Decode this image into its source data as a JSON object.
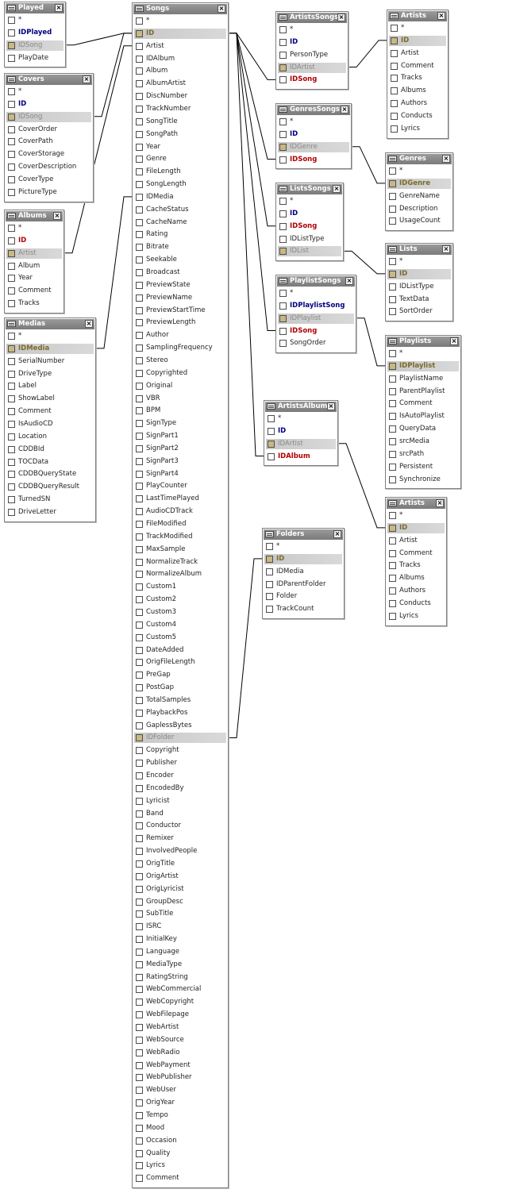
{
  "tables": [
    {
      "id": "played",
      "title": "Played",
      "fields": [
        {
          "name": "*"
        },
        {
          "name": "IDPlayed",
          "kind": "pk"
        },
        {
          "name": "IDSong",
          "sel": true,
          "key": true
        },
        {
          "name": "PlayDate"
        }
      ]
    },
    {
      "id": "covers",
      "title": "Covers",
      "fields": [
        {
          "name": "*"
        },
        {
          "name": "ID",
          "kind": "pk"
        },
        {
          "name": "IDSong",
          "sel": true,
          "key": true
        },
        {
          "name": "CoverOrder"
        },
        {
          "name": "CoverPath"
        },
        {
          "name": "CoverStorage"
        },
        {
          "name": "CoverDescription"
        },
        {
          "name": "CoverType"
        },
        {
          "name": "PictureType"
        }
      ]
    },
    {
      "id": "albums",
      "title": "Albums",
      "fields": [
        {
          "name": "*"
        },
        {
          "name": "ID",
          "kind": "fk"
        },
        {
          "name": "Artist",
          "sel": true,
          "key": true
        },
        {
          "name": "Album"
        },
        {
          "name": "Year"
        },
        {
          "name": "Comment"
        },
        {
          "name": "Tracks"
        }
      ]
    },
    {
      "id": "medias",
      "title": "Medias",
      "fields": [
        {
          "name": "*"
        },
        {
          "name": "IDMedia",
          "kind": "key",
          "sel": true,
          "key": true
        },
        {
          "name": "SerialNumber"
        },
        {
          "name": "DriveType"
        },
        {
          "name": "Label"
        },
        {
          "name": "ShowLabel"
        },
        {
          "name": "Comment"
        },
        {
          "name": "IsAudioCD"
        },
        {
          "name": "Location"
        },
        {
          "name": "CDDBId"
        },
        {
          "name": "TOCData"
        },
        {
          "name": "CDDBQueryState"
        },
        {
          "name": "CDDBQueryResult"
        },
        {
          "name": "TurnedSN"
        },
        {
          "name": "DriveLetter"
        }
      ]
    },
    {
      "id": "songs",
      "title": "Songs",
      "fields": [
        {
          "name": "*"
        },
        {
          "name": "ID",
          "kind": "key",
          "sel": true,
          "key": true
        },
        {
          "name": "Artist"
        },
        {
          "name": "IDAlbum"
        },
        {
          "name": "Album"
        },
        {
          "name": "AlbumArtist"
        },
        {
          "name": "DiscNumber"
        },
        {
          "name": "TrackNumber"
        },
        {
          "name": "SongTitle"
        },
        {
          "name": "SongPath"
        },
        {
          "name": "Year"
        },
        {
          "name": "Genre"
        },
        {
          "name": "FileLength"
        },
        {
          "name": "SongLength"
        },
        {
          "name": "IDMedia"
        },
        {
          "name": "CacheStatus"
        },
        {
          "name": "CacheName"
        },
        {
          "name": "Rating"
        },
        {
          "name": "Bitrate"
        },
        {
          "name": "Seekable"
        },
        {
          "name": "Broadcast"
        },
        {
          "name": "PreviewState"
        },
        {
          "name": "PreviewName"
        },
        {
          "name": "PreviewStartTime"
        },
        {
          "name": "PreviewLength"
        },
        {
          "name": "Author"
        },
        {
          "name": "SamplingFrequency"
        },
        {
          "name": "Stereo"
        },
        {
          "name": "Copyrighted"
        },
        {
          "name": "Original"
        },
        {
          "name": "VBR"
        },
        {
          "name": "BPM"
        },
        {
          "name": "SignType"
        },
        {
          "name": "SignPart1"
        },
        {
          "name": "SignPart2"
        },
        {
          "name": "SignPart3"
        },
        {
          "name": "SignPart4"
        },
        {
          "name": "PlayCounter"
        },
        {
          "name": "LastTimePlayed"
        },
        {
          "name": "AudioCDTrack"
        },
        {
          "name": "FileModified"
        },
        {
          "name": "TrackModified"
        },
        {
          "name": "MaxSample"
        },
        {
          "name": "NormalizeTrack"
        },
        {
          "name": "NormalizeAlbum"
        },
        {
          "name": "Custom1"
        },
        {
          "name": "Custom2"
        },
        {
          "name": "Custom3"
        },
        {
          "name": "Custom4"
        },
        {
          "name": "Custom5"
        },
        {
          "name": "DateAdded"
        },
        {
          "name": "OrigFileLength"
        },
        {
          "name": "PreGap"
        },
        {
          "name": "PostGap"
        },
        {
          "name": "TotalSamples"
        },
        {
          "name": "PlaybackPos"
        },
        {
          "name": "GaplessBytes"
        },
        {
          "name": "IDFolder",
          "sel": true,
          "key": true
        },
        {
          "name": "Copyright"
        },
        {
          "name": "Publisher"
        },
        {
          "name": "Encoder"
        },
        {
          "name": "EncodedBy"
        },
        {
          "name": "Lyricist"
        },
        {
          "name": "Band"
        },
        {
          "name": "Conductor"
        },
        {
          "name": "Remixer"
        },
        {
          "name": "InvolvedPeople"
        },
        {
          "name": "OrigTitle"
        },
        {
          "name": "OrigArtist"
        },
        {
          "name": "OrigLyricist"
        },
        {
          "name": "GroupDesc"
        },
        {
          "name": "SubTitle"
        },
        {
          "name": "ISRC"
        },
        {
          "name": "InitialKey"
        },
        {
          "name": "Language"
        },
        {
          "name": "MediaType"
        },
        {
          "name": "RatingString"
        },
        {
          "name": "WebCommercial"
        },
        {
          "name": "WebCopyright"
        },
        {
          "name": "WebFilepage"
        },
        {
          "name": "WebArtist"
        },
        {
          "name": "WebSource"
        },
        {
          "name": "WebRadio"
        },
        {
          "name": "WebPayment"
        },
        {
          "name": "WebPublisher"
        },
        {
          "name": "WebUser"
        },
        {
          "name": "OrigYear"
        },
        {
          "name": "Tempo"
        },
        {
          "name": "Mood"
        },
        {
          "name": "Occasion"
        },
        {
          "name": "Quality"
        },
        {
          "name": "Lyrics"
        },
        {
          "name": "Comment"
        }
      ]
    },
    {
      "id": "artistssongs",
      "title": "ArtistsSongs",
      "fields": [
        {
          "name": "*"
        },
        {
          "name": "ID",
          "kind": "pk"
        },
        {
          "name": "PersonType"
        },
        {
          "name": "IDArtist",
          "sel": true,
          "key": true
        },
        {
          "name": "IDSong",
          "kind": "fk"
        }
      ]
    },
    {
      "id": "genressongs",
      "title": "GenresSongs",
      "fields": [
        {
          "name": "*"
        },
        {
          "name": "ID",
          "kind": "pk"
        },
        {
          "name": "IDGenre",
          "sel": true,
          "key": true
        },
        {
          "name": "IDSong",
          "kind": "fk"
        }
      ]
    },
    {
      "id": "listssongs",
      "title": "ListsSongs",
      "fields": [
        {
          "name": "*"
        },
        {
          "name": "ID",
          "kind": "pk"
        },
        {
          "name": "IDSong",
          "kind": "fk"
        },
        {
          "name": "IDListType"
        },
        {
          "name": "IDList",
          "sel": true,
          "key": true
        }
      ]
    },
    {
      "id": "playlistsongs",
      "title": "PlaylistSongs",
      "fields": [
        {
          "name": "*"
        },
        {
          "name": "IDPlaylistSong",
          "kind": "pk"
        },
        {
          "name": "IDPlaylist",
          "sel": true,
          "key": true
        },
        {
          "name": "IDSong",
          "kind": "fk"
        },
        {
          "name": "SongOrder"
        }
      ]
    },
    {
      "id": "artistsalbums",
      "title": "ArtistsAlbums",
      "fields": [
        {
          "name": "*"
        },
        {
          "name": "ID",
          "kind": "pk"
        },
        {
          "name": "IDArtist",
          "sel": true,
          "key": true
        },
        {
          "name": "IDAlbum",
          "kind": "fk"
        }
      ]
    },
    {
      "id": "folders",
      "title": "Folders",
      "fields": [
        {
          "name": "*"
        },
        {
          "name": "ID",
          "kind": "key",
          "sel": true,
          "key": true
        },
        {
          "name": "IDMedia"
        },
        {
          "name": "IDParentFolder"
        },
        {
          "name": "Folder"
        },
        {
          "name": "TrackCount"
        }
      ]
    },
    {
      "id": "artists1",
      "title": "Artists",
      "fields": [
        {
          "name": "*"
        },
        {
          "name": "ID",
          "kind": "key",
          "sel": true,
          "key": true
        },
        {
          "name": "Artist"
        },
        {
          "name": "Comment"
        },
        {
          "name": "Tracks"
        },
        {
          "name": "Albums"
        },
        {
          "name": "Authors"
        },
        {
          "name": "Conducts"
        },
        {
          "name": "Lyrics"
        }
      ]
    },
    {
      "id": "genres",
      "title": "Genres",
      "fields": [
        {
          "name": "*"
        },
        {
          "name": "IDGenre",
          "kind": "key",
          "sel": true,
          "key": true
        },
        {
          "name": "GenreName"
        },
        {
          "name": "Description"
        },
        {
          "name": "UsageCount"
        }
      ]
    },
    {
      "id": "lists",
      "title": "Lists",
      "fields": [
        {
          "name": "*"
        },
        {
          "name": "ID",
          "kind": "key",
          "sel": true,
          "key": true
        },
        {
          "name": "IDListType"
        },
        {
          "name": "TextData"
        },
        {
          "name": "SortOrder"
        }
      ]
    },
    {
      "id": "playlists",
      "title": "Playlists",
      "fields": [
        {
          "name": "*"
        },
        {
          "name": "IDPlaylist",
          "kind": "key",
          "sel": true,
          "key": true
        },
        {
          "name": "PlaylistName"
        },
        {
          "name": "ParentPlaylist"
        },
        {
          "name": "Comment"
        },
        {
          "name": "IsAutoPlaylist"
        },
        {
          "name": "QueryData"
        },
        {
          "name": "srcMedia"
        },
        {
          "name": "srcPath"
        },
        {
          "name": "Persistent"
        },
        {
          "name": "Synchronize"
        }
      ]
    },
    {
      "id": "artists2",
      "title": "Artists",
      "fields": [
        {
          "name": "*"
        },
        {
          "name": "ID",
          "kind": "key",
          "sel": true,
          "key": true
        },
        {
          "name": "Artist"
        },
        {
          "name": "Comment"
        },
        {
          "name": "Tracks"
        },
        {
          "name": "Albums"
        },
        {
          "name": "Authors"
        },
        {
          "name": "Conducts"
        },
        {
          "name": "Lyrics"
        }
      ]
    }
  ],
  "relations": [
    {
      "from": "played",
      "from_field": "IDSong",
      "to": "songs",
      "to_field": "ID"
    },
    {
      "from": "covers",
      "from_field": "IDSong",
      "to": "songs",
      "to_field": "ID"
    },
    {
      "from": "albums",
      "from_field": "Artist",
      "to": "songs",
      "to_field": "Artist"
    },
    {
      "from": "medias",
      "from_field": "IDMedia",
      "to": "songs",
      "to_field": "IDMedia"
    },
    {
      "from": "songs",
      "from_field": "ID",
      "to": "artistssongs",
      "to_field": "IDSong"
    },
    {
      "from": "songs",
      "from_field": "ID",
      "to": "genressongs",
      "to_field": "IDSong"
    },
    {
      "from": "songs",
      "from_field": "ID",
      "to": "listssongs",
      "to_field": "IDSong"
    },
    {
      "from": "songs",
      "from_field": "ID",
      "to": "playlistsongs",
      "to_field": "IDSong"
    },
    {
      "from": "songs",
      "from_field": "ID",
      "to": "artistsalbums",
      "to_field": "IDAlbum"
    },
    {
      "from": "songs",
      "from_field": "IDFolder",
      "to": "folders",
      "to_field": "ID"
    },
    {
      "from": "artistssongs",
      "from_field": "IDArtist",
      "to": "artists1",
      "to_field": "ID"
    },
    {
      "from": "genressongs",
      "from_field": "IDGenre",
      "to": "genres",
      "to_field": "IDGenre"
    },
    {
      "from": "listssongs",
      "from_field": "IDList",
      "to": "lists",
      "to_field": "ID"
    },
    {
      "from": "playlistsongs",
      "from_field": "IDPlaylist",
      "to": "playlists",
      "to_field": "IDPlaylist"
    },
    {
      "from": "artistsalbums",
      "from_field": "IDArtist",
      "to": "artists2",
      "to_field": "ID"
    }
  ]
}
